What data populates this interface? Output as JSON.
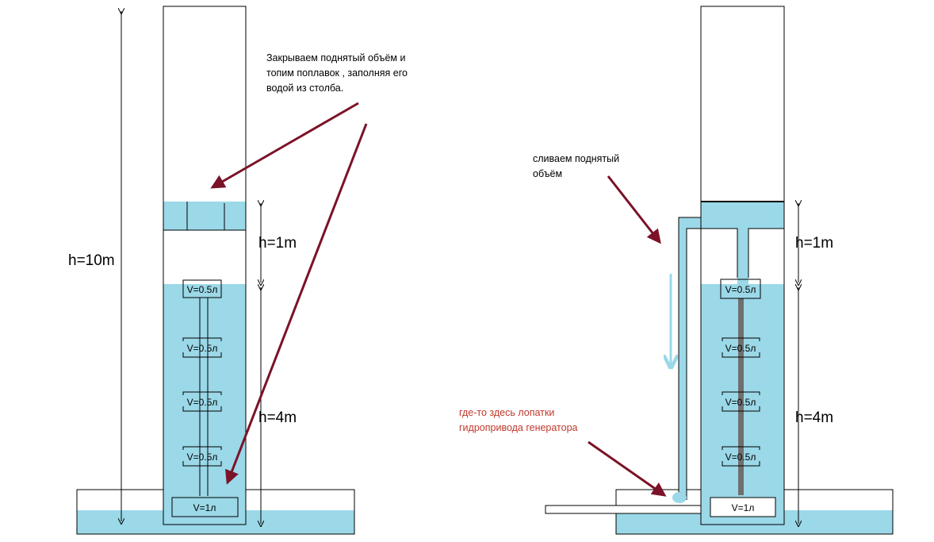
{
  "left": {
    "height_total": "h=10m",
    "height_top": "h=1m",
    "height_bottom": "h=4m",
    "float_labels": [
      "V=0.5л",
      "V=0.5л",
      "V=0.5л",
      "V=0.5л"
    ],
    "base_label": "V=1л",
    "note_lines": [
      "Закрываем поднятый объём и",
      "топим поплавок , заполняя его",
      "водой из столба."
    ]
  },
  "right": {
    "height_top": "h=1m",
    "height_bottom": "h=4m",
    "float_labels": [
      "V=0.5л",
      "V=0.5л",
      "V=0.5л",
      "V=0.5л"
    ],
    "base_label": "V=1л",
    "drain_note_lines": [
      "сливаем поднятый",
      "объём"
    ],
    "turbine_note_lines": [
      "где-то здесь лопатки",
      "гидропривода генератора"
    ]
  },
  "colors": {
    "water": "#9bd8e8",
    "arrow": "#7b1228",
    "red_text": "#c0392b",
    "rod": "#6f6f6f"
  }
}
